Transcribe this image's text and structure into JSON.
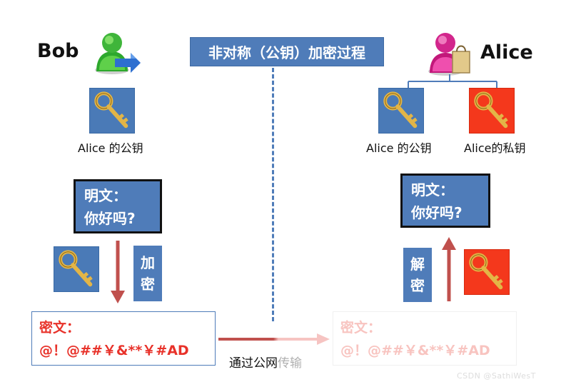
{
  "title": "非对称（公钥）加密过程",
  "bob": {
    "name": "Bob",
    "key_label": "Alice 的公钥",
    "plaintext_line1": "明文：",
    "plaintext_line2": "你好吗?",
    "action_char1": "加",
    "action_char2": "密",
    "ciphertext_line1": "密文：",
    "ciphertext_line2": "@！@##￥&**￥#AD"
  },
  "alice": {
    "name": "Alice",
    "public_key_label": "Alice 的公钥",
    "private_key_label": "Alice的私钥",
    "plaintext_line1": "明文：",
    "plaintext_line2": "你好吗?",
    "action_char1": "解",
    "action_char2": "密",
    "ciphertext_line1": "密文：",
    "ciphertext_line2": "@！@##￥&**￥#AD"
  },
  "transfer": {
    "label_part1": "通过公网",
    "label_part2": "传输"
  },
  "watermark": "CSDN @SathiWesT",
  "colors": {
    "accent_blue": "#4f7cb9",
    "arrow_red": "#c0504d",
    "cipher_red": "#e8322a",
    "private_key_red": "#f4381c"
  },
  "icons": {
    "bob_avatar": "user-green-icon",
    "alice_avatar": "user-pink-shopping-icon",
    "public_key": "gold-key-icon",
    "private_key": "gold-key-icon"
  }
}
